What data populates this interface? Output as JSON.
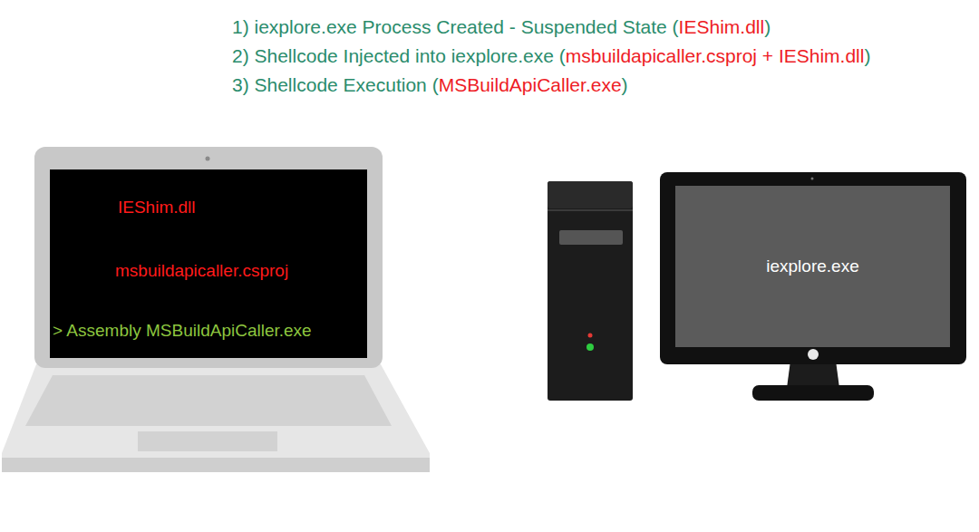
{
  "diagram": {
    "nodes": [
      {
        "text": [
          "IEShim.dll",
          "msbuildapicaller.csproj",
          "> Assembly MSBuildApiCaller.exe"
        ]
      },
      {
        "text": [
          "iexplore.exe"
        ]
      }
    ],
    "labels": [
      "1) iexplore.exe Process Created - Suspended State (",
      "IEShim.dll",
      ")",
      "2) Shellcode Injected into iexplore.exe (",
      "msbuildapicaller.csproj + IEShim.dll",
      ")",
      "3) Shellcode Execution (",
      "MSBuildApiCaller.exe",
      ")"
    ]
  }
}
